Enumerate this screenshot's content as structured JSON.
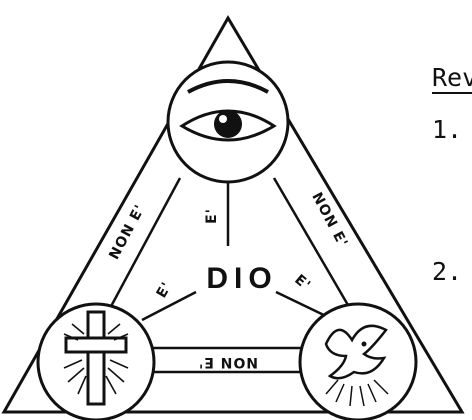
{
  "diagram": {
    "center_label": "DIO",
    "link_left": "NON E'",
    "link_right": "NON E'",
    "link_bottom": "NON E'",
    "spoke_top": "E'",
    "spoke_left": "E'",
    "spoke_right": "E'"
  },
  "nodes": {
    "top": "eye-icon",
    "left": "cross-icon",
    "right": "dove-icon"
  },
  "side_panel": {
    "heading": "Rev",
    "item1": "1.",
    "item2": "2."
  },
  "colors": {
    "ink": "#111111",
    "background": "#ffffff"
  }
}
